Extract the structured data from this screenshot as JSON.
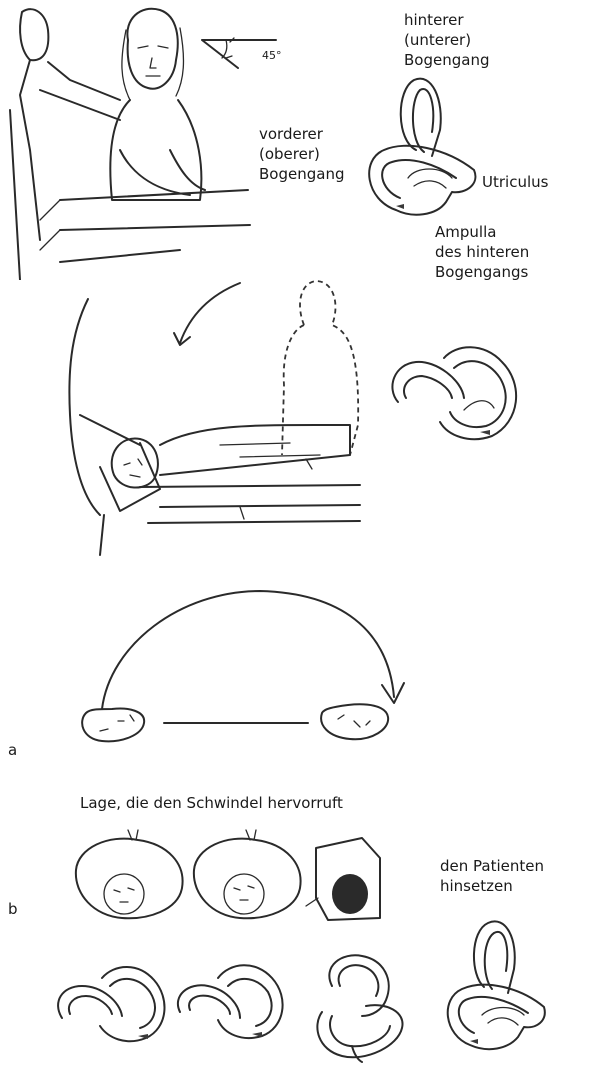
{
  "labels": {
    "posterior_canal": "hinterer\n(unterer)\nBogengang",
    "anterior_canal": "vorderer\n(oberer)\nBogengang",
    "utriculus": "Utriculus",
    "ampulla": "Ampulla\ndes hinteren\nBogengangs",
    "angle": "45°",
    "panel_a": "a",
    "panel_b": "b",
    "trigger_position": "Lage, die den Schwindel hervorruft",
    "sit_up": "den Patienten\nhinsetzen"
  },
  "icons": {
    "seated_patient": "seated-patient-drawing",
    "labyrinth": "semicircular-canal-icon",
    "supine_patient": "supine-patient-drawing",
    "rotation_arrow": "curved-arrow-icon",
    "head": "head-icon"
  }
}
